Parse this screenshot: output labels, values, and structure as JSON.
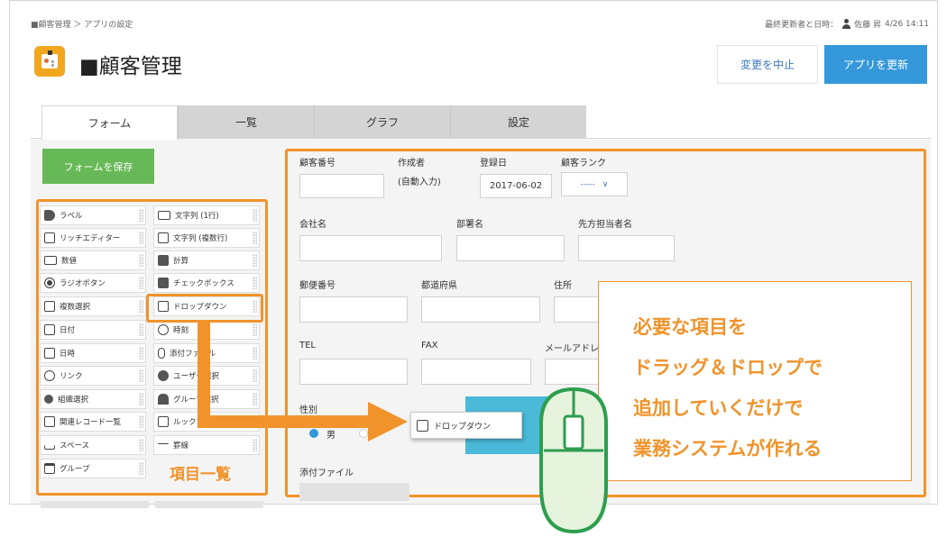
{
  "breadcrumb": "■顧客管理 ＞ アプリの設定",
  "last_updated": {
    "label": "最終更新者と日時：",
    "user": "佐藤 昇",
    "datetime": "4/26 14:11"
  },
  "app": {
    "title": "■顧客管理"
  },
  "header_buttons": {
    "cancel": "変更を中止",
    "update": "アプリを更新"
  },
  "tabs": [
    {
      "label": "フォーム",
      "active": true
    },
    {
      "label": "一覧",
      "active": false
    },
    {
      "label": "グラフ",
      "active": false
    },
    {
      "label": "設定",
      "active": false
    }
  ],
  "save_button": "フォームを保存",
  "palette": {
    "title": "項目一覧",
    "items": [
      {
        "label": "ラベル",
        "icon": "tag-icon"
      },
      {
        "label": "文字列 (1行)",
        "icon": "text-single-icon"
      },
      {
        "label": "リッチエディター",
        "icon": "rich-editor-icon"
      },
      {
        "label": "文字列 (複数行)",
        "icon": "text-multi-icon"
      },
      {
        "label": "数値",
        "icon": "number-icon"
      },
      {
        "label": "計算",
        "icon": "calculator-icon"
      },
      {
        "label": "ラジオボタン",
        "icon": "radio-icon"
      },
      {
        "label": "チェックボックス",
        "icon": "checkbox-icon"
      },
      {
        "label": "複数選択",
        "icon": "multi-select-icon"
      },
      {
        "label": "ドロップダウン",
        "icon": "dropdown-icon"
      },
      {
        "label": "日付",
        "icon": "date-icon"
      },
      {
        "label": "時刻",
        "icon": "clock-icon"
      },
      {
        "label": "日時",
        "icon": "datetime-icon"
      },
      {
        "label": "添付ファイル",
        "icon": "attachment-icon"
      },
      {
        "label": "リンク",
        "icon": "link-icon"
      },
      {
        "label": "ユーザー選択",
        "icon": "user-icon"
      },
      {
        "label": "組織選択",
        "icon": "org-icon"
      },
      {
        "label": "グループ選択",
        "icon": "group-icon"
      },
      {
        "label": "関連レコード一覧",
        "icon": "related-records-icon"
      },
      {
        "label": "ルックアップ",
        "icon": "lookup-icon"
      },
      {
        "label": "スペース",
        "icon": "space-icon"
      },
      {
        "label": "罫線",
        "icon": "border-line-icon"
      },
      {
        "label": "グループ",
        "icon": "group-folder-icon"
      }
    ]
  },
  "form": {
    "customer_no": "顧客番号",
    "created_by": "作成者",
    "created_by_value": "(自動入力)",
    "registered_date": "登録日",
    "registered_date_value": "2017-06-02",
    "rank": "顧客ランク",
    "rank_value": "-----",
    "company": "会社名",
    "department": "部署名",
    "contact": "先方担当者名",
    "postal": "郵便番号",
    "prefecture": "都道府県",
    "address": "住所",
    "tel": "TEL",
    "fax": "FAX",
    "email": "メールアドレス",
    "gender": "性別",
    "gender_male": "男",
    "attachment": "添付ファイル"
  },
  "dragging_item": "ドロップダウン",
  "callout": {
    "line1": "必要な項目を",
    "line2": "ドラッグ＆ドロップで",
    "line3": "追加していくだけで",
    "line4": "業務システムが作れる"
  },
  "colors": {
    "accent_orange": "#f0932b",
    "primary_blue": "#3498db",
    "save_green": "#67b856",
    "mouse_green": "#2e9e4f"
  }
}
